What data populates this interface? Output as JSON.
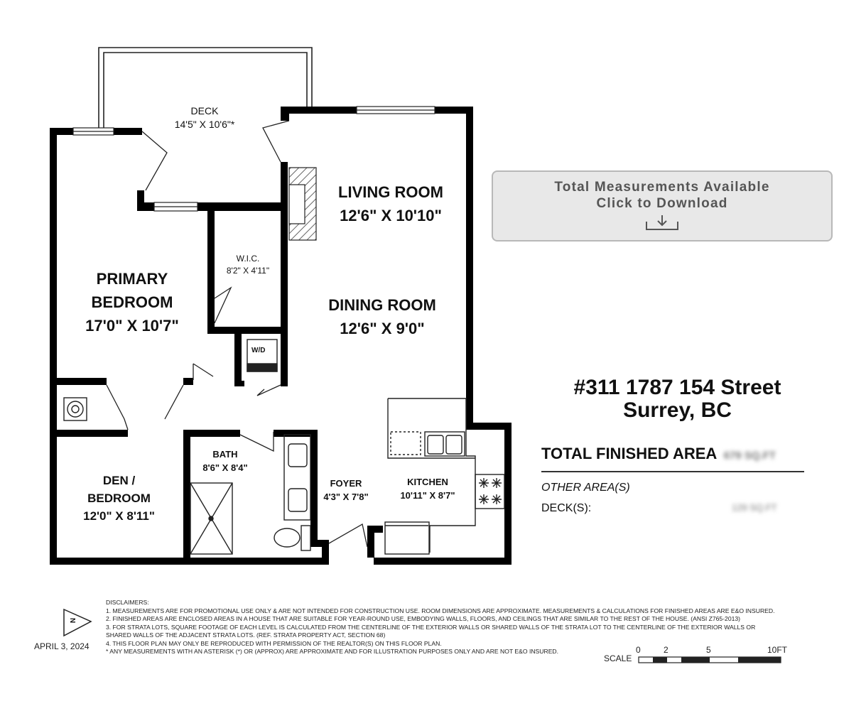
{
  "rooms": {
    "deck": {
      "name": "DECK",
      "dims": "14'5\" X 10'6\"*"
    },
    "living": {
      "name": "LIVING ROOM",
      "dims": "12'6\" X 10'10\""
    },
    "wic": {
      "name": "W.I.C.",
      "dims": "8'2\" X 4'11\""
    },
    "primary": {
      "name1": "PRIMARY",
      "name2": "BEDROOM",
      "dims": "17'0\" X 10'7\""
    },
    "dining": {
      "name": "DINING ROOM",
      "dims": "12'6\" X 9'0\""
    },
    "den": {
      "name1": "DEN /",
      "name2": "BEDROOM",
      "dims": "12'0\" X 8'11\""
    },
    "bath": {
      "name": "BATH",
      "dims": "8'6\" X 8'4\""
    },
    "foyer": {
      "name": "FOYER",
      "dims": "4'3\" X 7'8\""
    },
    "kitchen": {
      "name": "KITCHEN",
      "dims": "10'11\" X 8'7\""
    }
  },
  "fixtures": {
    "washer_dryer": "W/D"
  },
  "download": {
    "line1": "Total Measurements Available",
    "line2": "Click to Download",
    "icon": "download-arrow-icon"
  },
  "address": {
    "line1": "#311 1787 154 Street",
    "line2": "Surrey, BC"
  },
  "area": {
    "total_label": "TOTAL FINISHED AREA",
    "total_value": "679 SQ.FT",
    "other_label": "OTHER AREA(S)",
    "deck_label": "DECK(S):",
    "deck_value": "129 SQ.FT"
  },
  "disclaimers": {
    "title": "DISCLAIMERS:",
    "items": [
      "1. MEASUREMENTS ARE FOR PROMOTIONAL USE ONLY & ARE NOT INTENDED FOR CONSTRUCTION USE. ROOM DIMENSIONS ARE APPROXIMATE. MEASUREMENTS & CALCULATIONS FOR FINISHED AREAS ARE E&O INSURED.",
      "2. FINISHED AREAS ARE ENCLOSED AREAS IN A HOUSE THAT ARE SUITABLE FOR YEAR-ROUND USE, EMBODYING WALLS, FLOORS, AND CEILINGS THAT ARE SIMILAR TO THE REST OF THE HOUSE. (ANSI Z765-2013)",
      "3. FOR STRATA LOTS, SQUARE FOOTAGE OF EACH LEVEL IS CALCULATED FROM THE CENTERLINE OF THE EXTERIOR WALLS OR SHARED WALLS OF THE STRATA LOT TO THE CENTERLINE OF THE EXTERIOR WALLS OR",
      "SHARED WALLS OF THE ADJACENT STRATA LOTS. (REF. STRATA PROPERTY ACT, SECTION 68)",
      "4. THIS FLOOR PLAN MAY ONLY BE REPRODUCED WITH PERMISSION OF THE REALTOR(S) ON THIS FLOOR PLAN.",
      "* ANY MEASUREMENTS WITH AN ASTERISK (*) OR (APPROX) ARE APPROXIMATE AND FOR ILLUSTRATION PURPOSES ONLY AND ARE NOT E&O INSURED."
    ]
  },
  "date": "APRIL 3, 2024",
  "north": {
    "label": "N",
    "icon": "north-arrow-icon"
  },
  "scale": {
    "label": "SCALE",
    "ticks": [
      "0",
      "2",
      "5",
      "10FT"
    ]
  }
}
